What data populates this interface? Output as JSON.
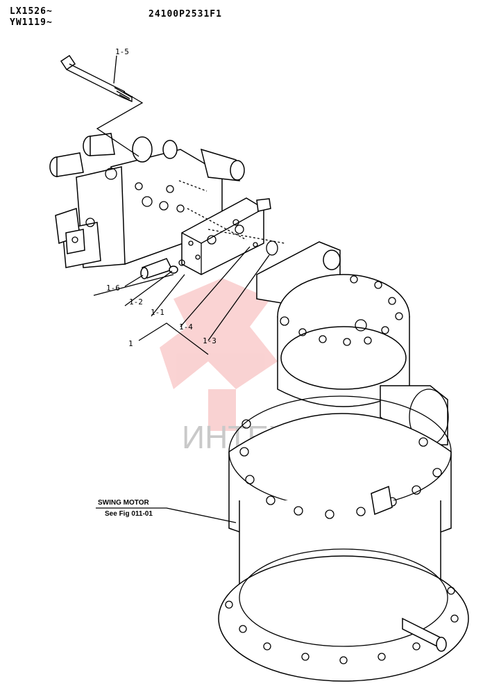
{
  "header": {
    "serial_line1": "LX1526~",
    "serial_line2": "YW1119~",
    "part_number": "24100P2531F1"
  },
  "callouts": {
    "c1_5": "1-5",
    "c1_6": "1-6",
    "c1_2": "1-2",
    "c1_1": "1-1",
    "c1_4": "1-4",
    "c1_3": "1-3",
    "c1": "1"
  },
  "swing_motor": {
    "label": "SWING MOTOR",
    "reference": "See Fig 011-01"
  },
  "watermark": {
    "text": "ИНТЕХ",
    "color": "#f08080"
  }
}
